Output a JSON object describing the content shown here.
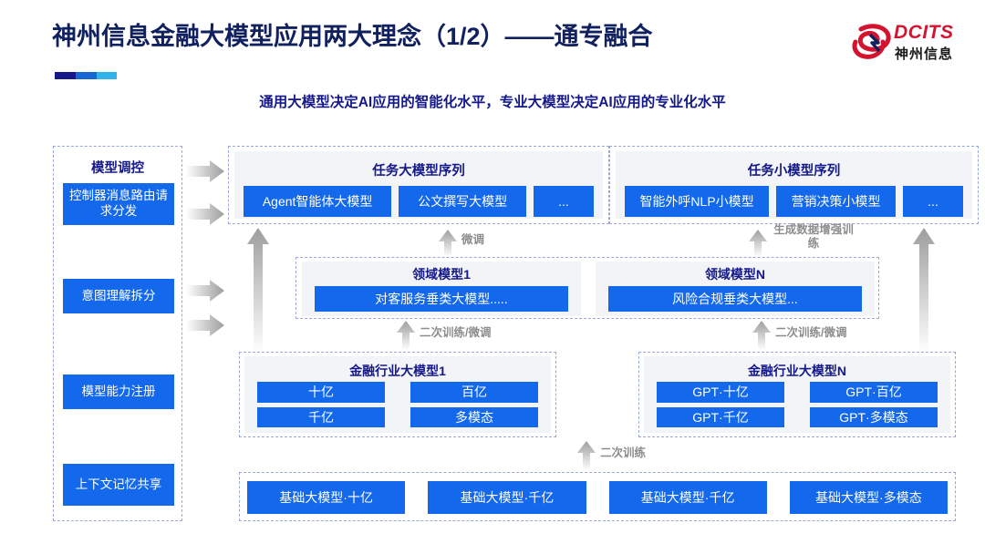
{
  "header": {
    "title": "神州信息金融大模型应用两大理念（1/2）——通专融合",
    "subtitle": "通用大模型决定AI应用的智能化水平，专业大模型决定AI应用的专业化水平",
    "accent_colors": [
      "#141888",
      "#1767d2",
      "#2eb3ea"
    ]
  },
  "logo": {
    "name": "dcits-logo",
    "brand_en": "DCITS",
    "brand_cn": "神州信息",
    "mark_color": "#d4142f"
  },
  "left_column": {
    "title": "模型调控",
    "items": [
      {
        "label": "控制器消息路由请求分发"
      },
      {
        "label": "意图理解拆分"
      },
      {
        "label": "模型能力注册"
      },
      {
        "label": "上下文记忆共享"
      }
    ]
  },
  "task_big": {
    "title": "任务大模型序列",
    "items": [
      "Agent智能体大模型",
      "公文撰写大模型",
      "..."
    ]
  },
  "task_small": {
    "title": "任务小模型序列",
    "items": [
      "智能外呼NLP小模型",
      "营销决策小模型",
      "..."
    ]
  },
  "domain_models": [
    {
      "title": "领域模型1",
      "item": "对客服务垂类大模型....."
    },
    {
      "title": "领域模型N",
      "item": "风险合规垂类大模型..."
    }
  ],
  "finance_models": [
    {
      "title": "金融行业大模型1",
      "items": [
        "十亿",
        "百亿",
        "千亿",
        "多模态"
      ]
    },
    {
      "title": "金融行业大模型N",
      "items": [
        "GPT·十亿",
        "GPT·百亿",
        "GPT·千亿",
        "GPT·多模态"
      ]
    }
  ],
  "base_models": {
    "items": [
      "基础大模型·十亿",
      "基础大模型·千亿",
      "基础大模型·千亿",
      "基础大模型·多模态"
    ]
  },
  "arrow_labels": {
    "finetune": "微调",
    "data_augment": "生成数据增强训练",
    "retrain_finetune_left": "二次训练/微调",
    "retrain_finetune_right": "二次训练/微调",
    "retrain": "二次训练"
  },
  "colors": {
    "box_blue": "#1368ec",
    "title_navy": "#141888",
    "panel_grey": "#f2f4f7",
    "dashed_border": "#9aa7d8",
    "arrow_grey": "#b9b9b9"
  }
}
